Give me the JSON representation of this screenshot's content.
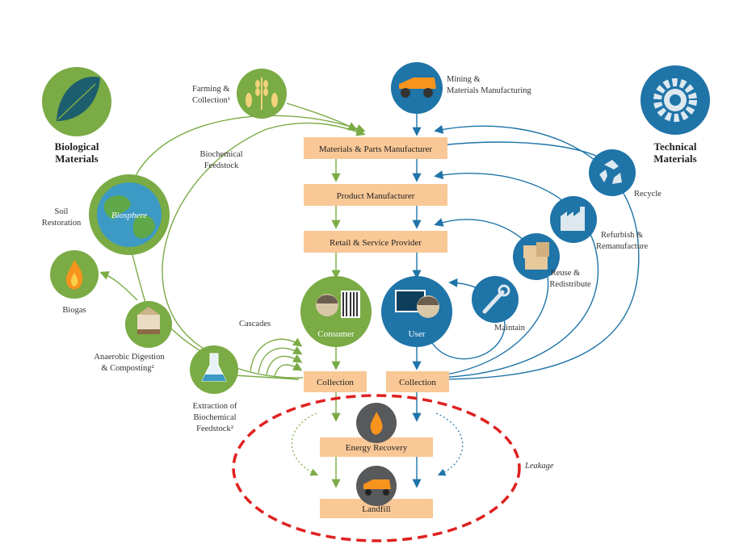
{
  "bio": {
    "title_line1": "Biological",
    "title_line2": "Materials",
    "farming_line1": "Farming &",
    "farming_line2": "Collection¹",
    "biochem_line1": "Biochemical",
    "biochem_line2": "Feedstock",
    "soil_line1": "Soil",
    "soil_line2": "Restoration",
    "biosphere": "Biosphere",
    "biogas": "Biogas",
    "anaerobic_line1": "Anaerobic Digestion",
    "anaerobic_line2": "& Composting²",
    "cascades": "Cascades",
    "extraction_line1": "Extraction of",
    "extraction_line2": "Biochemical",
    "extraction_line3": "Feedstock²",
    "consumer": "Consumer",
    "collection": "Collection"
  },
  "tech": {
    "title_line1": "Technical",
    "title_line2": "Materials",
    "mining_line1": "Mining &",
    "mining_line2": "Materials Manufacturing",
    "recycle": "Recycle",
    "refurbish_line1": "Refurbish &",
    "refurbish_line2": "Remanufacture",
    "reuse_line1": "Reuse &",
    "reuse_line2": "Redistribute",
    "maintain": "Maintain",
    "user": "User",
    "collection": "Collection"
  },
  "flow": {
    "parts_manufacturer": "Materials & Parts Manufacturer",
    "product_manufacturer": "Product Manufacturer",
    "retail": "Retail & Service Provider",
    "energy_recovery": "Energy Recovery",
    "landfill": "Landfill",
    "leakage": "Leakage"
  },
  "colors": {
    "green": "#7aab45",
    "blue": "#1f74a8",
    "box": "#f9c896",
    "leakage_ring": "#e02020"
  }
}
